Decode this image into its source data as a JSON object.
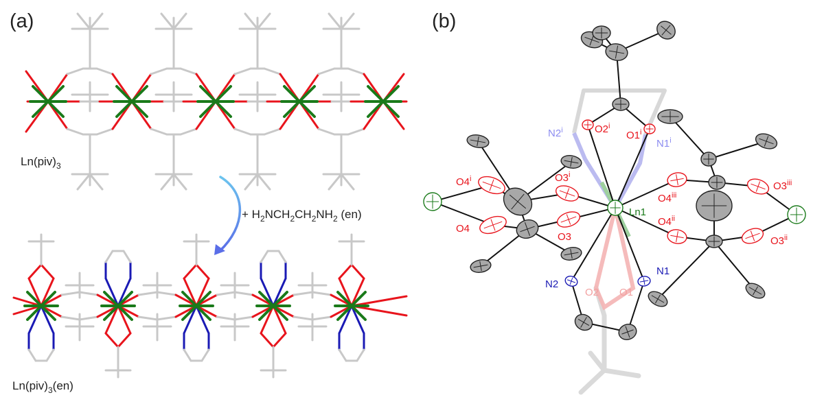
{
  "panels": {
    "a": {
      "label": "(a)",
      "top_chain_label": {
        "main": "Ln(piv)",
        "sub": "3"
      },
      "bottom_chain_label": {
        "pre": "Ln(piv)",
        "sub": "3",
        "post": "(en)"
      },
      "reaction": {
        "parts": [
          {
            "t": "+ H",
            "sub": false
          },
          {
            "t": "2",
            "sub": true
          },
          {
            "t": "NCH",
            "sub": false
          },
          {
            "t": "2",
            "sub": true
          },
          {
            "t": "CH",
            "sub": false
          },
          {
            "t": "2",
            "sub": true
          },
          {
            "t": "NH",
            "sub": false
          },
          {
            "t": "2",
            "sub": true
          },
          {
            "t": " (en)",
            "sub": false
          }
        ]
      }
    },
    "b": {
      "label": "(b)",
      "atoms": [
        {
          "name": "ln1",
          "base": "Ln1",
          "sup": "",
          "color": "#1a7a1a"
        },
        {
          "name": "o1",
          "base": "O1",
          "sup": "",
          "color": "#f2a0a0"
        },
        {
          "name": "o2",
          "base": "O2",
          "sup": "",
          "color": "#f2a0a0"
        },
        {
          "name": "o1i",
          "base": "O1",
          "sup": "i",
          "color": "#e8141c"
        },
        {
          "name": "o2i",
          "base": "O2",
          "sup": "i",
          "color": "#e8141c"
        },
        {
          "name": "o3",
          "base": "O3",
          "sup": "",
          "color": "#e8141c"
        },
        {
          "name": "o3i",
          "base": "O3",
          "sup": "i",
          "color": "#e8141c"
        },
        {
          "name": "o4",
          "base": "O4",
          "sup": "",
          "color": "#e8141c"
        },
        {
          "name": "o4i",
          "base": "O4",
          "sup": "i",
          "color": "#e8141c"
        },
        {
          "name": "o4ii",
          "base": "O4",
          "sup": "ii",
          "color": "#e8141c"
        },
        {
          "name": "o4iii",
          "base": "O4",
          "sup": "iii",
          "color": "#e8141c"
        },
        {
          "name": "o3ii",
          "base": "O3",
          "sup": "ii",
          "color": "#e8141c"
        },
        {
          "name": "o3iii",
          "base": "O3",
          "sup": "iii",
          "color": "#e8141c"
        },
        {
          "name": "n1",
          "base": "N1",
          "sup": "",
          "color": "#1a1ab4"
        },
        {
          "name": "n2",
          "base": "N2",
          "sup": "",
          "color": "#1a1ab4"
        },
        {
          "name": "n1i",
          "base": "N1",
          "sup": "i",
          "color": "#8c8cf0"
        },
        {
          "name": "n2i",
          "base": "N2",
          "sup": "i",
          "color": "#8c8cf0"
        }
      ]
    }
  },
  "colors": {
    "lanthanide": "#1a7a1a",
    "oxygen": "#e8141c",
    "nitrogen": "#1a1ab4",
    "carbon_stick": "#c8c8c8",
    "ellipsoid_fill": "#a8a8a8",
    "arrow_start": "#6cc4ee",
    "arrow_end": "#5a6ee8"
  }
}
